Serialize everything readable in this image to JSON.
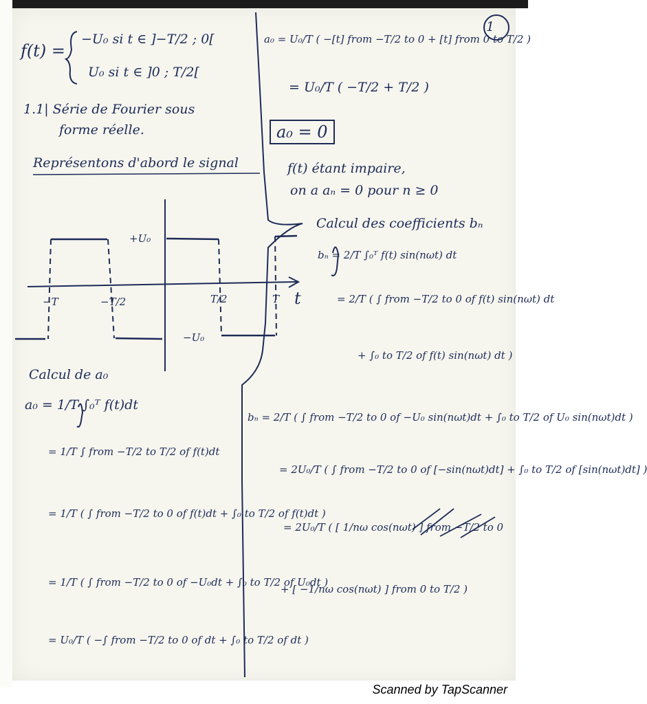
{
  "page_number": "1",
  "left": {
    "def_lhs": "f(t) =",
    "def_case1": "−U₀  si t ∈ ]−T/2 ; 0[",
    "def_case2": "U₀  si t ∈ ]0 ; T/2[",
    "section": "1.1| Série de Fourier sous",
    "section_cont": "forme réelle.",
    "represent": "Représentons d'abord le signal",
    "graph": {
      "label_plus": "+U₀",
      "label_minus": "−U₀",
      "tick_neg_T": "−T",
      "tick_neg_half": "−T/2",
      "tick_half": "T/2",
      "tick_T": "T",
      "axis_t": "t"
    },
    "calc_a0_title": "Calcul de a₀",
    "a0_lines": [
      "a₀ = 1/T ∫₀ᵀ f(t)dt",
      "= 1/T ∫ from −T/2 to T/2 of f(t)dt",
      "= 1/T ( ∫ from −T/2 to 0 of f(t)dt + ∫₀ to T/2 of f(t)dt )",
      "= 1/T ( ∫ from −T/2 to 0 of −U₀dt + ∫₀ to T/2 of U₀dt )",
      "= U₀/T ( −∫ from −T/2 to 0 of dt + ∫₀ to T/2 of dt )"
    ]
  },
  "right": {
    "a0_result1": "a₀ = U₀/T ( −[t] from −T/2 to 0 + [t] from 0 to T/2 )",
    "a0_result2": "= U₀/T ( −T/2 + T/2 )",
    "a0_boxed": "a₀ = 0",
    "odd1": "f(t) étant impaire,",
    "odd2": "on a aₙ = 0 pour n ≥ 0",
    "bn_title": "Calcul des coefficients bₙ",
    "bn_lines": [
      "bₙ = 2/T ∫₀ᵀ f(t) sin(nωt) dt",
      "= 2/T ( ∫ from −T/2 to 0 of f(t) sin(nωt) dt",
      "+ ∫₀ to T/2 of f(t) sin(nωt) dt )"
    ],
    "bn_expand": [
      "bₙ = 2/T ( ∫ from −T/2 to 0 of −U₀ sin(nωt)dt + ∫₀ to T/2 of U₀ sin(nωt)dt )",
      "= 2U₀/T ( ∫ from −T/2 to 0 of [−sin(nωt)dt] + ∫₀ to T/2 of [sin(nωt)dt] )",
      "= 2U₀/T ( [ 1/nω cos(nωt) ] from −T/2 to 0",
      "+ [ −1/nω cos(nωt) ] from 0 to T/2 )"
    ]
  },
  "footer": "Scanned by TapScanner"
}
